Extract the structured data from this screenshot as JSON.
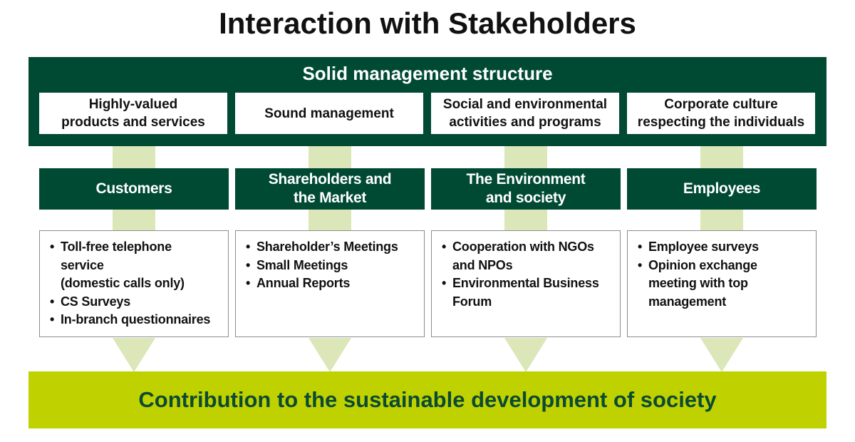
{
  "title": "Interaction with Stakeholders",
  "structure_label": "Solid management structure",
  "pillars": [
    "Highly-valued\nproducts and services",
    "Sound management",
    "Social and environmental\nactivities and programs",
    "Corporate culture\nrespecting the individuals"
  ],
  "stakeholders": [
    {
      "name": "Customers",
      "items": [
        "Toll-free telephone\nservice\n(domestic calls only)",
        "CS Surveys",
        "In-branch questionnaires"
      ]
    },
    {
      "name": "Shareholders and\nthe Market",
      "items": [
        "Shareholder’s Meetings",
        "Small Meetings",
        "Annual Reports"
      ]
    },
    {
      "name": "The Environment\nand society",
      "items": [
        "Cooperation with NGOs\nand NPOs",
        "Environmental Business\nForum"
      ]
    },
    {
      "name": "Employees",
      "items": [
        "Employee surveys",
        "Opinion exchange\nmeeting with top\nmanagement"
      ]
    }
  ],
  "goal": "Contribution to the sustainable development of society",
  "colors": {
    "dark_green": "#004a33",
    "light_green_connector": "#dbe7b8",
    "lime": "#bfd200",
    "goal_text": "#0b4a33"
  }
}
